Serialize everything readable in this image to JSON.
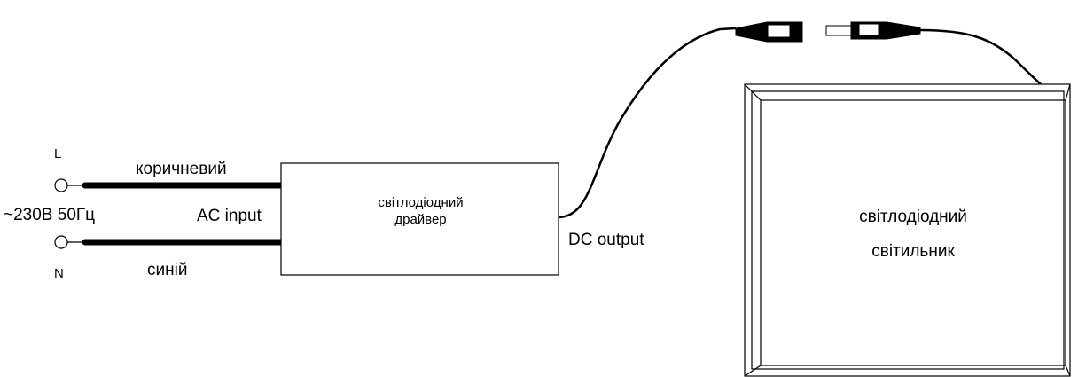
{
  "source": {
    "line_label": "L",
    "neutral_label": "N",
    "supply_label": "~230В 50Гц"
  },
  "wires": {
    "brown_label": "коричневий",
    "blue_label": "синій"
  },
  "driver": {
    "input_label": "AC input",
    "title_line1": "світлодіодний",
    "title_line2": "драйвер",
    "output_label": "DC output"
  },
  "luminaire": {
    "title_line1": "світлодіодний",
    "title_line2": "світильник"
  },
  "colors": {
    "line": "#000000",
    "background": "#ffffff"
  }
}
